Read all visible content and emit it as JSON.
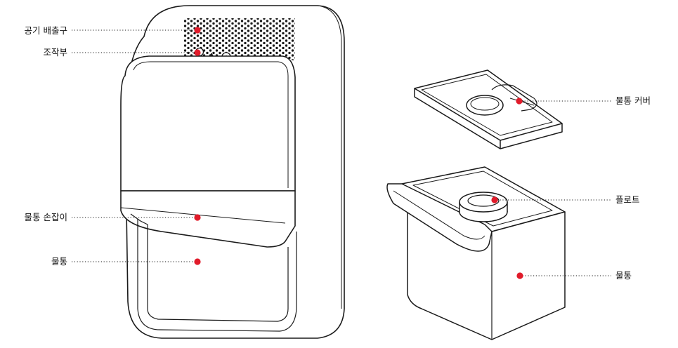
{
  "accent_color": "#e11b2a",
  "line_color": "#1a1a1a",
  "callouts": {
    "air_outlet": "공기 배출구",
    "control_panel": "조작부",
    "tank_handle": "물통 손잡이",
    "water_tank": "물통",
    "tank_cover": "물통 커버",
    "float": "플로트",
    "water_tank_detail": "물통"
  }
}
